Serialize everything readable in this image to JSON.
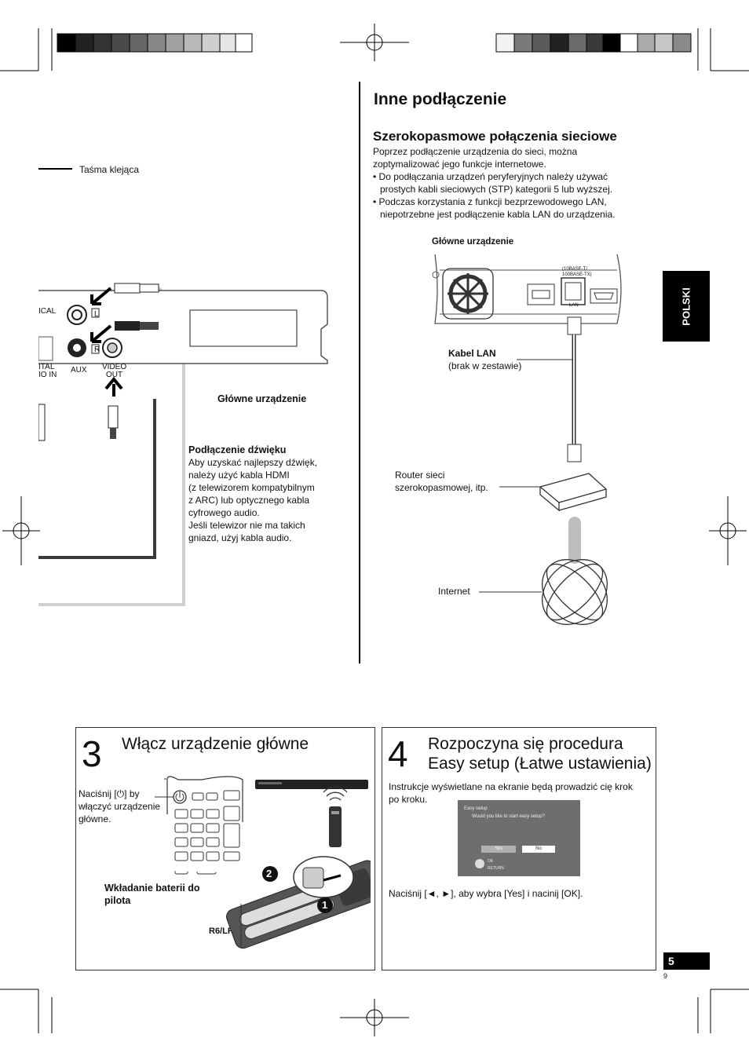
{
  "left": {
    "tape_label": "Taśma klejąca",
    "device_labels": {
      "optical": "ICAL",
      "l": "L",
      "r": "R",
      "digital": "ITAL",
      "audio_in": "IO IN",
      "aux": "AUX",
      "video_out_1": "VIDEO",
      "video_out_2": "OUT"
    },
    "main_unit_label": "Główne urządzenie",
    "audio_heading": "Podłączenie dźwięku",
    "audio_lines": [
      "Aby uzyskać najlepszy dźwięk,",
      "należy użyć kabla HDMI",
      "(z telewizorem kompatybilnym",
      "z ARC) lub optycznego kabla",
      "cyfrowego audio.",
      "Jeśli telewizor nie ma takich",
      "gniazd, użyj kabla audio."
    ]
  },
  "right": {
    "title": "Inne podłączenie",
    "subtitle": "Szerokopasmowe połączenia sieciowe",
    "intro": [
      "Poprzez podłączenie urządzenia do sieci, można",
      "zoptymalizować jego funkcje internetowe."
    ],
    "bullets": [
      [
        "Do podłączania urządzeń peryferyjnych należy używać",
        "prostych kabli sieciowych (STP) kategorii 5 lub wyższej."
      ],
      [
        "Podczas korzystania z funkcji bezprzewodowego LAN,",
        "niepotrzebne jest podłączenie kabla LAN do urządzenia."
      ]
    ],
    "main_unit_label": "Główne urządzenie",
    "port_labels": {
      "lan_spec_1": "(10BASE-T/",
      "lan_spec_2": "100BASE-TX)",
      "lan": "LAN"
    },
    "cable_label": "Kabel LAN",
    "cable_note": "(brak w zestawie)",
    "router_lines": [
      "Router sieci",
      "szerokopasmowej, itp."
    ],
    "internet_label": "Internet"
  },
  "side_tab": "POLSKI",
  "step3": {
    "number": "3",
    "title": "Włącz urządzenie główne",
    "press_lines": [
      "Naciśnij [⏻] by",
      "włączyć urządzenie",
      "główne."
    ],
    "battery_lines": [
      "Wkładanie baterii do",
      "pilota"
    ],
    "battery_type": "R6/LR6, AA",
    "markers": [
      "2",
      "1"
    ]
  },
  "step4": {
    "number": "4",
    "title_lines": [
      "Rozpoczyna się procedura",
      "Easy setup (Łatwe ustawienia)"
    ],
    "desc_lines": [
      "Instrukcje wyświetlane na ekranie będą prowadzić cię krok",
      "po kroku."
    ],
    "screen": {
      "title": "Easy setup",
      "question": "Would you like to start easy setup?",
      "yes": "Yes",
      "no": "No",
      "ok": "OK",
      "return": "RETURN"
    },
    "press": "Naciśnij [◄, ►], aby wybra [Yes] i nacinij [OK]."
  },
  "page": {
    "number": "5",
    "sheet": "9"
  },
  "colors": {
    "black": "#000000",
    "cable_dark": "#3a3a3a",
    "cable_light": "#c8c8c8",
    "screen": "#6e6e6e"
  }
}
